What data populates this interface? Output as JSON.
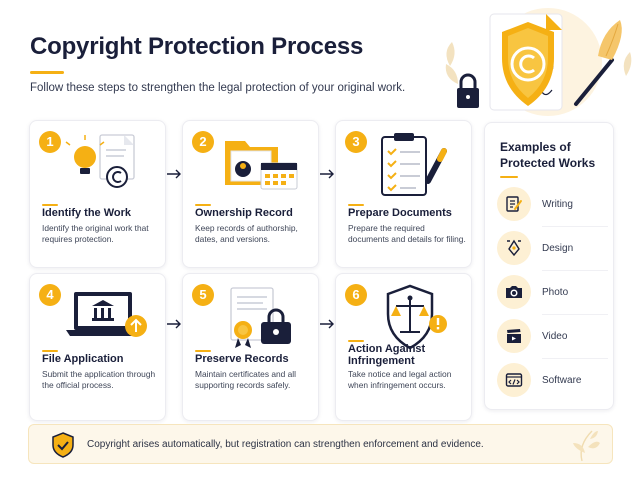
{
  "header": {
    "title": "Copyright Protection Process",
    "subtitle": "Follow these steps to strengthen the legal protection of your original work."
  },
  "steps": [
    {
      "number": "1",
      "title": "Identify the Work",
      "description": "Identify the original work that requires protection.",
      "icon": "lightbulb-document-icon"
    },
    {
      "number": "2",
      "title": "Ownership Record",
      "description": "Keep records of authorship, dates, and versions.",
      "icon": "folder-calendar-icon"
    },
    {
      "number": "3",
      "title": "Prepare Documents",
      "description": "Prepare the required documents and details for filing.",
      "icon": "clipboard-checklist-icon"
    },
    {
      "number": "4",
      "title": "File Application",
      "description": "Submit the application through the official process.",
      "icon": "laptop-upload-icon"
    },
    {
      "number": "5",
      "title": "Preserve Records",
      "description": "Maintain certificates and all supporting records safely.",
      "icon": "certificate-lock-icon"
    },
    {
      "number": "6",
      "title": "Action Against Infringement",
      "description": "Take notice and legal action when infringement occurs.",
      "icon": "shield-scales-icon"
    }
  ],
  "examples": {
    "title": "Examples of Protected Works",
    "items": [
      {
        "label": "Writing",
        "icon": "writing-icon"
      },
      {
        "label": "Design",
        "icon": "pen-tool-icon"
      },
      {
        "label": "Photo",
        "icon": "camera-icon"
      },
      {
        "label": "Video",
        "icon": "clapperboard-icon"
      },
      {
        "label": "Software",
        "icon": "code-window-icon"
      }
    ]
  },
  "footer": {
    "note": "Copyright arises automatically, but registration can strengthen enforcement and evidence.",
    "icon": "shield-check-icon"
  },
  "colors": {
    "accent": "#f5b014",
    "navy": "#1a1f3a",
    "accent_soft": "#fdf0d4"
  }
}
